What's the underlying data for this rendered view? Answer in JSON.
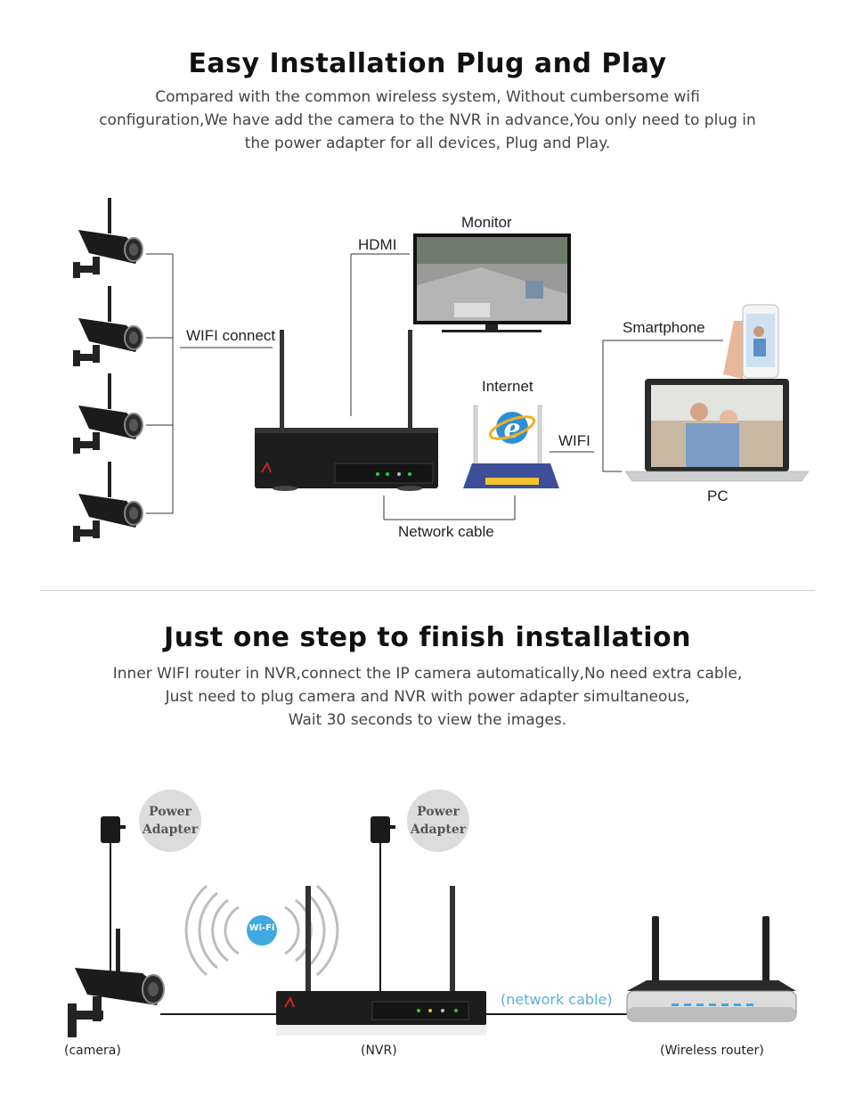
{
  "section1": {
    "title": "Easy Installation Plug and Play",
    "desc_lines": [
      "Compared with the common wireless system, Without cumbersome wifi",
      "configuration,We have add the camera to the NVR in advance,You only need to plug in",
      "the power adapter for all devices, Plug and Play."
    ],
    "labels": {
      "wifi_connect": "WIFI connect",
      "hdmi": "HDMI",
      "monitor": "Monitor",
      "internet": "Internet",
      "network_cable": "Network cable",
      "wifi": "WIFI",
      "smartphone": "Smartphone",
      "pc": "PC"
    }
  },
  "section2": {
    "title": "Just one step to finish installation",
    "desc_lines": [
      "Inner WIFI router in NVR,connect the IP camera automatically,No need extra cable,",
      "Just need to plug camera and NVR with power adapter simultaneous,",
      "Wait 30 seconds to view the images."
    ],
    "power_adapter_line1": "Power",
    "power_adapter_line2": "Adapter",
    "wifi_badge": "Wi-Fi",
    "network_cable": "(network cable)",
    "camera": "(camera)",
    "nvr": "(NVR)",
    "wireless_router": "(Wireless router)"
  },
  "colors": {
    "accent_blue": "#3fa9e0",
    "cable_label": "#5ab0d8"
  }
}
